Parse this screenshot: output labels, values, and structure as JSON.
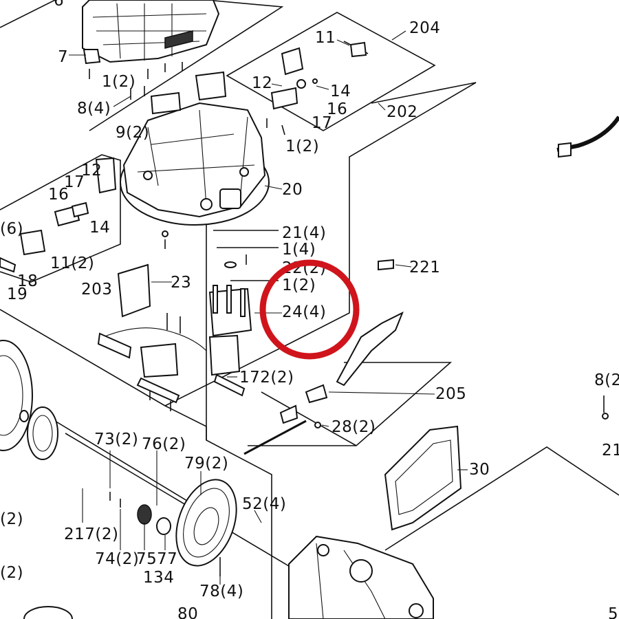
{
  "diagram": {
    "highlight_color": "#d0141c",
    "line_color": "#111111",
    "labels": {
      "l6": "6",
      "l7": "7",
      "l1a": "1(2)",
      "l8": "8(4)",
      "l9": "9(2)",
      "l11": "11",
      "l12a": "12",
      "l14a": "14",
      "l16a": "16",
      "l17a": "17",
      "l1b": "1(2)",
      "l204": "204",
      "l202": "202",
      "l20": "20",
      "l12b": "12",
      "l17b": "17",
      "l16b": "16",
      "l14b": "14",
      "l6b": "(6)",
      "l11b": "11(2)",
      "l18": "18",
      "l19": "19",
      "l203": "203",
      "l23": "23",
      "l21": "21(4)",
      "l1c": "1(4)",
      "l22": "22(2)",
      "l1d": "1(2)",
      "l24": "24(4)",
      "l221": "221",
      "l172": "172(2)",
      "l205": "205",
      "l28": "28(2)",
      "l8b": "8(2",
      "l21b": "21",
      "l30": "30",
      "l73": "73(2)",
      "l76": "76(2)",
      "l79": "79(2)",
      "l52": "52(4)",
      "l217": "217(2)",
      "l74": "74(2)",
      "l75": "75",
      "l77": "77",
      "l134": "134",
      "l78": "78(4)",
      "l80": "80",
      "l2a": "(2)",
      "l2b": "(2)",
      "l5": "5"
    }
  }
}
